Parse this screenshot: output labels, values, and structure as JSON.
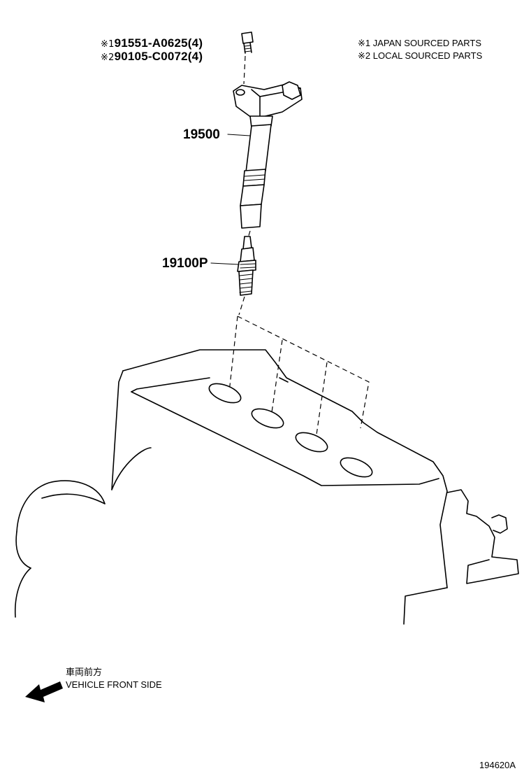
{
  "parts": {
    "bolt": {
      "alt1": {
        "mark": "※1",
        "number": "91551-A0625(4)"
      },
      "alt2": {
        "mark": "※2",
        "number": "90105-C0072(4)"
      }
    },
    "ignition_coil": {
      "number": "19500"
    },
    "spark_plug": {
      "number": "19100P"
    }
  },
  "legend": {
    "note1": "※1 JAPAN SOURCED PARTS",
    "note2": "※2 LOCAL SOURCED PARTS"
  },
  "direction": {
    "jp": "車両前方",
    "en": "VEHICLE FRONT SIDE",
    "icon": "arrow-left-down-icon"
  },
  "diagram_id": "194620A"
}
